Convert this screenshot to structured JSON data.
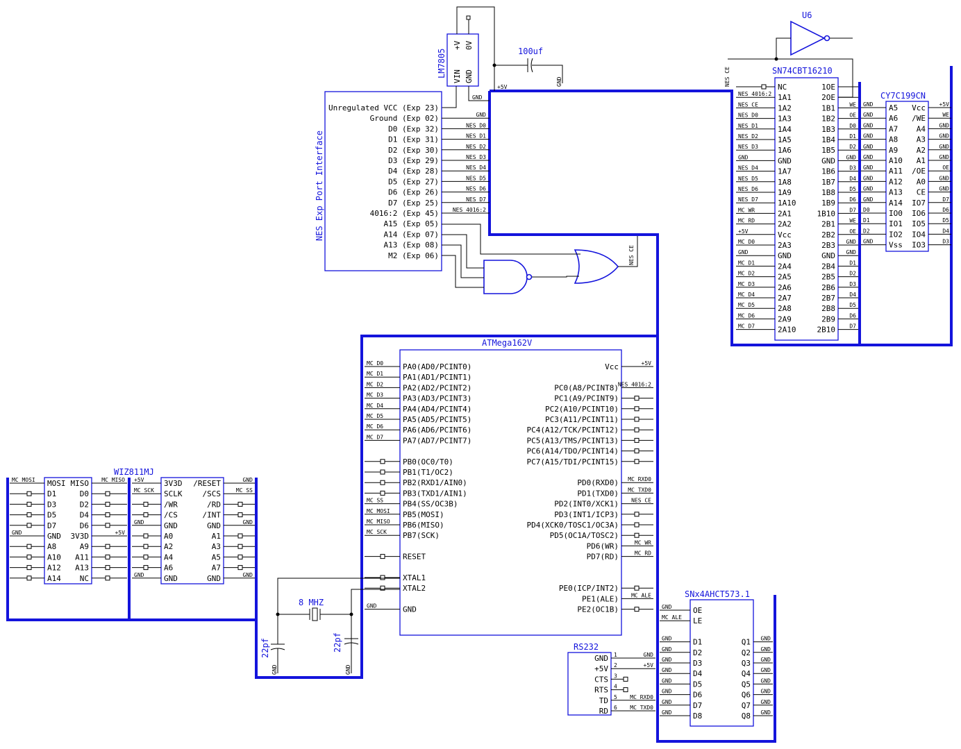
{
  "components": [
    {
      "name": "lm7805",
      "ref": "LM7805",
      "left": [],
      "right": [],
      "extra": [
        "+V",
        "0V",
        "VIN",
        "GND"
      ]
    },
    {
      "name": "nes-exp",
      "ref": "NES Exp Port Interface",
      "left": [],
      "right": [
        "Unregulated VCC (Exp 23)",
        "Ground (Exp 02)",
        "D0 (Exp 32)",
        "D1 (Exp 31)",
        "D2 (Exp 30)",
        "D3 (Exp 29)",
        "D4 (Exp 28)",
        "D5 (Exp 27)",
        "D6 (Exp 26)",
        "D7 (Exp 25)",
        "4016:2 (Exp 45)",
        "A15 (Exp 05)",
        "A14 (Exp 07)",
        "A13 (Exp 08)",
        "M2 (Exp 06)"
      ],
      "right_nets": [
        "",
        "GND",
        "NES D0",
        "NES D1",
        "NES D2",
        "NES D3",
        "NES D4",
        "NES D5",
        "NES D6",
        "NES D7",
        "NES 4016:2",
        "",
        "",
        "",
        ""
      ]
    },
    {
      "name": "sn74cbt16210",
      "ref": "SN74CBT16210",
      "left": [
        "NC",
        "1A1",
        "1A2",
        "1A3",
        "1A4",
        "1A5",
        "1A6",
        "GND",
        "1A7",
        "1A8",
        "1A9",
        "1A10",
        "2A1",
        "2A2",
        "Vcc",
        "2A3",
        "GND",
        "2A4",
        "2A5",
        "2A6",
        "2A7",
        "2A8",
        "2A9",
        "2A10"
      ],
      "right": [
        "1OE",
        "2OE",
        "1B1",
        "1B2",
        "1B3",
        "1B4",
        "1B5",
        "GND",
        "1B6",
        "1B7",
        "1B8",
        "1B9",
        "1B10",
        "2B1",
        "2B2",
        "2B3",
        "GND",
        "2B4",
        "2B5",
        "2B6",
        "2B7",
        "2B8",
        "2B9",
        "2B10"
      ],
      "left_nets": [
        "",
        "NES 4016:2",
        "NES CE",
        "NES D0",
        "NES D1",
        "NES D2",
        "NES D3",
        "GND",
        "NES D4",
        "NES D5",
        "NES D6",
        "NES D7",
        "MC WR",
        "MC RD",
        "+5V",
        "MC D0",
        "GND",
        "MC D1",
        "MC D2",
        "MC D3",
        "MC D4",
        "MC D5",
        "MC D6",
        "MC D7"
      ],
      "right_nets": [
        "",
        "",
        "WE",
        "OE",
        "D0",
        "D1",
        "D2",
        "GND",
        "D3",
        "D4",
        "D5",
        "D6",
        "D7",
        "WE",
        "OE",
        "GND",
        "GND",
        "D1",
        "D2",
        "D3",
        "D4",
        "D5",
        "D6",
        "D7"
      ]
    },
    {
      "name": "cy7c199cn",
      "ref": "CY7C199CN",
      "left": [
        "A5",
        "A6",
        "A7",
        "A8",
        "A9",
        "A10",
        "A11",
        "A12",
        "A13",
        "A14",
        "IO0",
        "IO1",
        "IO2",
        "Vss"
      ],
      "right": [
        "Vcc",
        "/WE",
        "A4",
        "A3",
        "A2",
        "A1",
        "/OE",
        "A0",
        "CE",
        "IO7",
        "IO6",
        "IO5",
        "IO4",
        "IO3"
      ],
      "left_nets": [
        "GND",
        "GND",
        "GND",
        "GND",
        "GND",
        "GND",
        "GND",
        "GND",
        "GND",
        "GND",
        "D0",
        "D1",
        "D2",
        "GND"
      ],
      "right_nets": [
        "+5V",
        "WE",
        "GND",
        "GND",
        "GND",
        "GND",
        "OE",
        "GND",
        "GND",
        "D7",
        "D6",
        "D5",
        "D4",
        "D3"
      ]
    },
    {
      "name": "atmega162v",
      "ref": "ATMega162V",
      "left": [
        "PA0(AD0/PCINT0)",
        "PA1(AD1/PCINT1)",
        "PA2(AD2/PCINT2)",
        "PA3(AD3/PCINT3)",
        "PA4(AD4/PCINT4)",
        "PA5(AD5/PCINT5)",
        "PA6(AD6/PCINT6)",
        "PA7(AD7/PCINT7)",
        "",
        "PB0(OC0/T0)",
        "PB1(T1/OC2)",
        "PB2(RXD1/AIN0)",
        "PB3(TXD1/AIN1)",
        "PB4(SS/OC3B)",
        "PB5(MOSI)",
        "PB6(MISO)",
        "PB7(SCK)",
        "",
        "RESET",
        "",
        "XTAL1",
        "XTAL2",
        "",
        "GND"
      ],
      "right": [
        "Vcc",
        "",
        "PC0(A8/PCINT8)",
        "PC1(A9/PCINT9)",
        "PC2(A10/PCINT10)",
        "PC3(A11/PCINT11)",
        "PC4(A12/TCK/PCINT12)",
        "PC5(A13/TMS/PCINT13)",
        "PC6(A14/TDO/PCINT14)",
        "PC7(A15/TDI/PCINT15)",
        "",
        "PD0(RXD0)",
        "PD1(TXD0)",
        "PD2(INT0/XCK1)",
        "PD3(INT1/ICP3)",
        "PD4(XCK0/TOSC1/OC3A)",
        "PD5(OC1A/TOSC2)",
        "PD6(WR)",
        "PD7(RD)",
        "",
        "",
        "PE0(ICP/INT2)",
        "PE1(ALE)",
        "PE2(OC1B)"
      ],
      "left_nets": [
        "MC D0",
        "MC D1",
        "MC D2",
        "MC D3",
        "MC D4",
        "MC D5",
        "MC D6",
        "MC D7",
        "",
        "",
        "",
        "",
        "",
        "MC SS",
        "MC MOSI",
        "MC MISO",
        "MC SCK",
        "",
        "",
        "",
        "",
        "",
        "",
        "GND"
      ],
      "right_nets": [
        "+5V",
        "",
        "NES 4016:2",
        "",
        "",
        "",
        "",
        "",
        "",
        "",
        "",
        "MC RXD0",
        "MC TXD0",
        "NES CE",
        "",
        "",
        "",
        "MC WR",
        "MC RD",
        "",
        "",
        "",
        "MC ALE",
        ""
      ]
    },
    {
      "name": "wiz-left",
      "ref": "",
      "left": [
        "MOSI",
        "D1",
        "D3",
        "D5",
        "D7",
        "GND",
        "A8",
        "A10",
        "A12",
        "A14"
      ],
      "right": [
        "MISO",
        "D0",
        "D2",
        "D4",
        "D6",
        "3V3D",
        "A9",
        "A11",
        "A13",
        "NC"
      ],
      "left_nets": [
        "MC MOSI",
        "",
        "",
        "",
        "",
        "GND",
        "",
        "",
        "",
        ""
      ],
      "right_nets": [
        "MC MISO",
        "",
        "",
        "",
        "",
        "+5V",
        "",
        "",
        "",
        ""
      ]
    },
    {
      "name": "wiz-right",
      "ref": "WIZ811MJ",
      "left": [
        "3V3D",
        "SCLK",
        "/WR",
        "/CS",
        "GND",
        "A0",
        "A2",
        "A4",
        "A6",
        "GND"
      ],
      "right": [
        "/RESET",
        "/SCS",
        "/RD",
        "/INT",
        "GND",
        "A1",
        "A3",
        "A5",
        "A7",
        "GND"
      ],
      "left_nets": [
        "+5V",
        "MC SCK",
        "",
        "",
        "GND",
        "",
        "",
        "",
        "",
        "GND"
      ],
      "right_nets": [
        "GND",
        "MC SS",
        "",
        "",
        "GND",
        "",
        "",
        "",
        "",
        "GND"
      ]
    },
    {
      "name": "sn74ahct573",
      "ref": "SNx4AHCT573.1",
      "left": [
        "OE",
        "LE",
        "",
        "D1",
        "D2",
        "D3",
        "D4",
        "D5",
        "D6",
        "D7",
        "D8"
      ],
      "right": [
        "",
        "",
        "",
        "Q1",
        "Q2",
        "Q3",
        "Q4",
        "Q5",
        "Q6",
        "Q7",
        "Q8"
      ],
      "left_nets": [
        "GND",
        "MC ALE",
        "",
        "GND",
        "GND",
        "GND",
        "GND",
        "GND",
        "GND",
        "GND",
        "GND"
      ],
      "right_nets": [
        "",
        "",
        "",
        "GND",
        "GND",
        "GND",
        "GND",
        "GND",
        "GND",
        "GND",
        "GND"
      ]
    },
    {
      "name": "rs232",
      "ref": "RS232",
      "left": [],
      "right": [
        "GND",
        "+5V",
        "CTS",
        "RTS",
        "TD",
        "RD"
      ],
      "right_nets": [
        "GND",
        "+5V",
        "",
        "",
        "MC RXD0",
        "MC TXD0"
      ],
      "pin_numbers": [
        "1",
        "2",
        "3",
        "4",
        "5",
        "6"
      ]
    }
  ],
  "labels": {
    "u6": "U6",
    "c100": "100uf",
    "xtal": "8 MHZ",
    "c22a": "22pf",
    "c22b": "22pf",
    "gnd": "GND",
    "vcc5": "+5V",
    "nes_ce": "NES CE"
  }
}
